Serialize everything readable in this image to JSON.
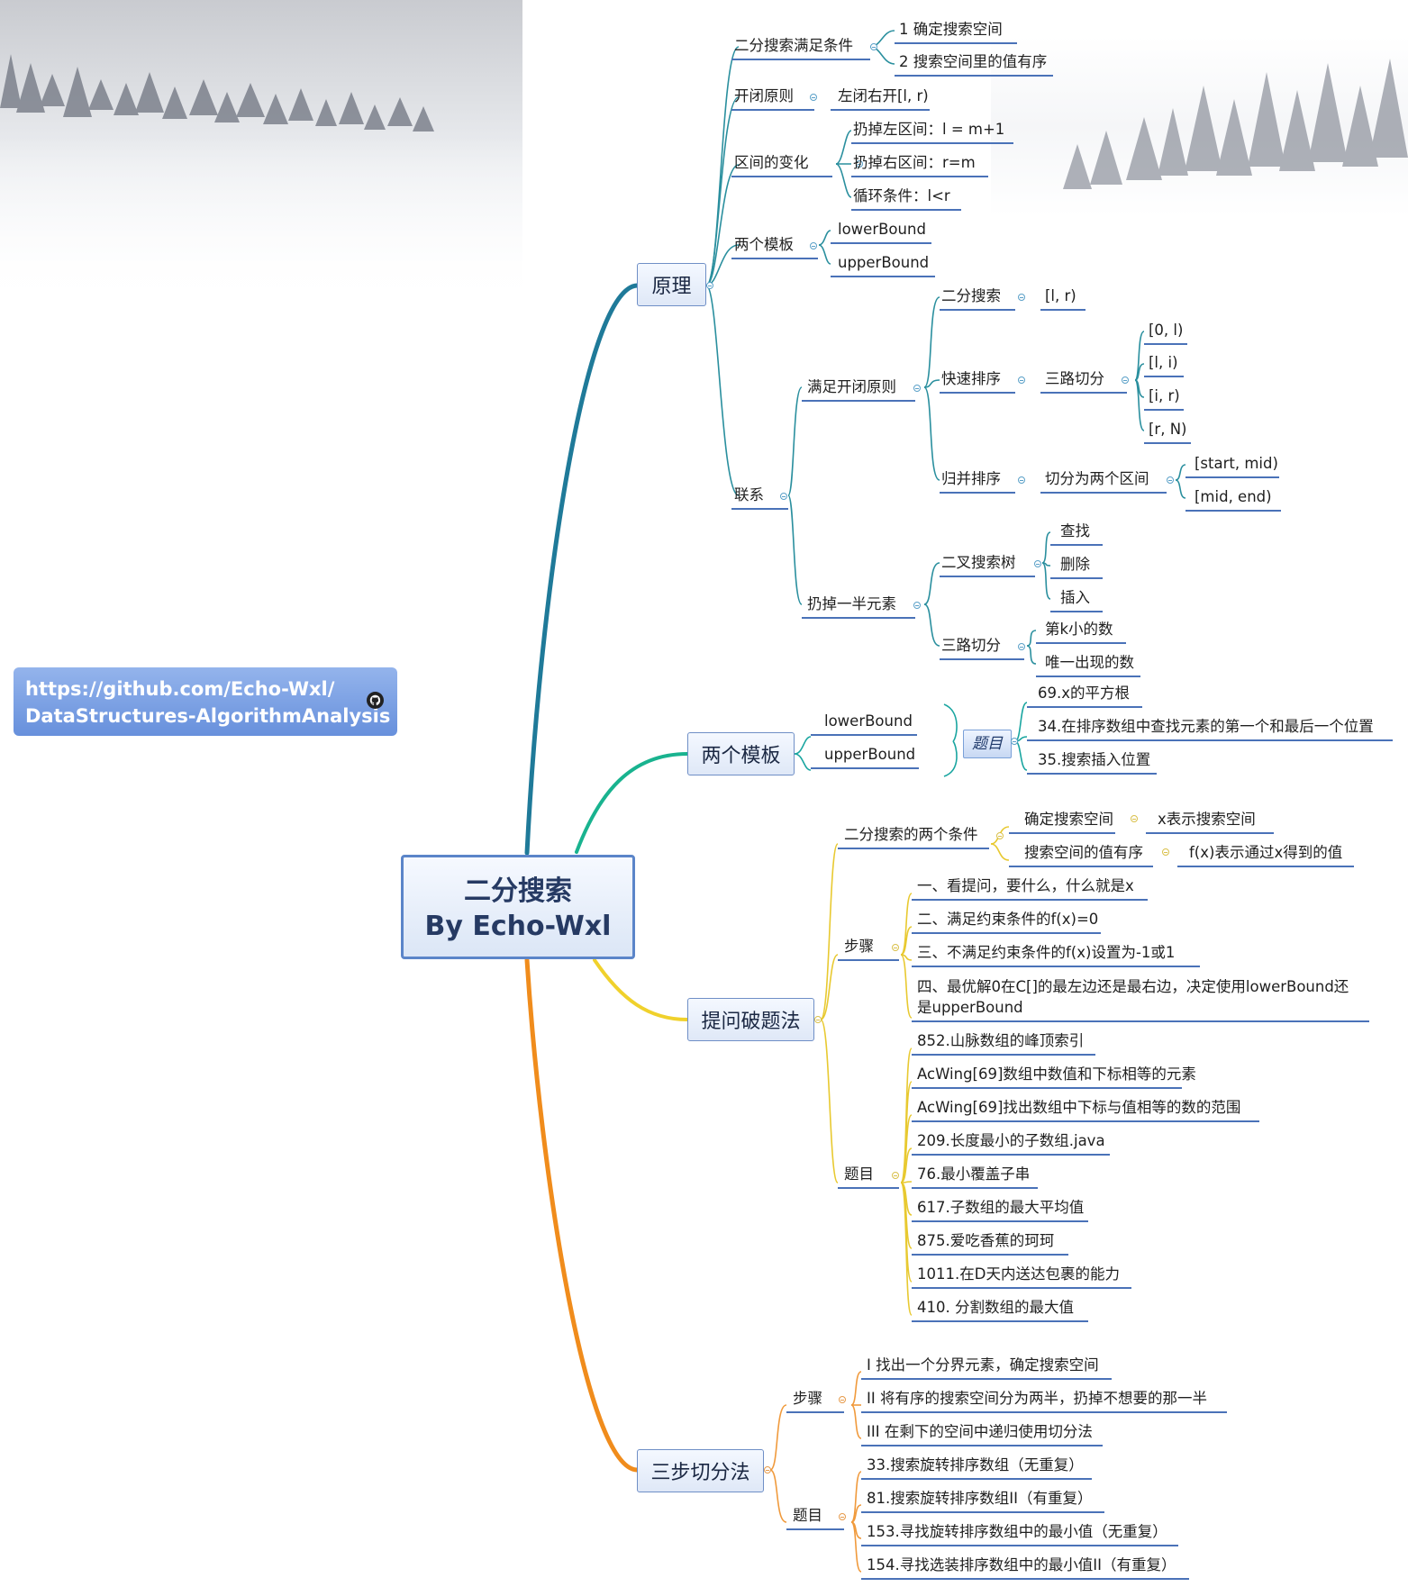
{
  "central": {
    "line1": "二分搜索",
    "line2": "By Echo-Wxl"
  },
  "link": {
    "line1": "https://github.com/Echo-Wxl/",
    "line2": "DataStructures-AlgorithmAnalysis",
    "icon": "github-icon"
  },
  "colors": {
    "accent": "#4a72b8",
    "teal": "#2a8f9e",
    "green": "#19b38f",
    "yellow": "#f0d12c",
    "orange": "#f08c1c"
  },
  "branches": {
    "principle": {
      "title": "原理",
      "conditions": {
        "label": "二分搜索满足条件",
        "items": [
          "1 确定搜索空间",
          "2 搜索空间里的值有序"
        ]
      },
      "open_close": {
        "label": "开闭原则",
        "value": "左闭右开[l, r)"
      },
      "interval_change": {
        "label": "区间的变化",
        "items": [
          "扔掉左区间：l = m+1",
          "扔掉右区间：r=m",
          "循环条件：l<r"
        ]
      },
      "templates": {
        "label": "两个模板",
        "items": [
          "lowerBound",
          "upperBound"
        ]
      },
      "relation": {
        "label": "联系",
        "satisfy": {
          "label": "满足开闭原则",
          "binary_search": {
            "label": "二分搜索",
            "value": "[l, r)"
          },
          "quick_sort": {
            "label": "快速排序",
            "sub": "三路切分",
            "items": [
              "[0, l)",
              "[l, i)",
              "[i, r)",
              "[r, N)"
            ]
          },
          "merge_sort": {
            "label": "归并排序",
            "sub": "切分为两个区间",
            "items": [
              "[start, mid)",
              "[mid, end)"
            ]
          }
        },
        "half": {
          "label": "扔掉一半元素",
          "bst": {
            "label": "二叉搜索树",
            "items": [
              "查找",
              "删除",
              "插入"
            ]
          },
          "three_way": {
            "label": "三路切分",
            "items": [
              "第k小的数",
              "唯一出现的数"
            ]
          }
        }
      }
    },
    "templates": {
      "title": "两个模板",
      "items": [
        "lowerBound",
        "upperBound"
      ],
      "summary": "题目",
      "problems": [
        "69.x的平方根",
        "34.在排序数组中查找元素的第一个和最后一个位置",
        "35.搜索插入位置"
      ]
    },
    "question": {
      "title": "提问破题法",
      "conditions": {
        "label": "二分搜索的两个条件",
        "items": [
          {
            "label": "确定搜索空间",
            "value": "x表示搜索空间"
          },
          {
            "label": "搜索空间的值有序",
            "value": "f(x)表示通过x得到的值"
          }
        ]
      },
      "steps": {
        "label": "步骤",
        "items": [
          "一、看提问，要什么，什么就是x",
          "二、满足约束条件的f(x)=0",
          "三、不满足约束条件的f(x)设置为-1或1",
          "四、最优解0在C[]的最左边还是最右边，决定使用lowerBound还是upperBound"
        ]
      },
      "problems": {
        "label": "题目",
        "items": [
          "852.山脉数组的峰顶索引",
          "AcWing[69]数组中数值和下标相等的元素",
          "AcWing[69]找出数组中下标与值相等的数的范围",
          "209.长度最小的子数组.java",
          "76.最小覆盖子串",
          "617.子数组的最大平均值",
          "875.爱吃香蕉的珂珂",
          "1011.在D天内送达包裹的能力",
          "410. 分割数组的最大值"
        ]
      }
    },
    "three_step": {
      "title": "三步切分法",
      "steps": {
        "label": "步骤",
        "items": [
          "I 找出一个分界元素，确定搜索空间",
          "II 将有序的搜索空间分为两半，扔掉不想要的那一半",
          "III 在剩下的空间中递归使用切分法"
        ]
      },
      "problems": {
        "label": "题目",
        "items": [
          "33.搜索旋转排序数组（无重复）",
          "81.搜索旋转排序数组II（有重复）",
          "153.寻找旋转排序数组中的最小值（无重复）",
          "154.寻找选装排序数组中的最小值II（有重复）"
        ]
      }
    }
  }
}
